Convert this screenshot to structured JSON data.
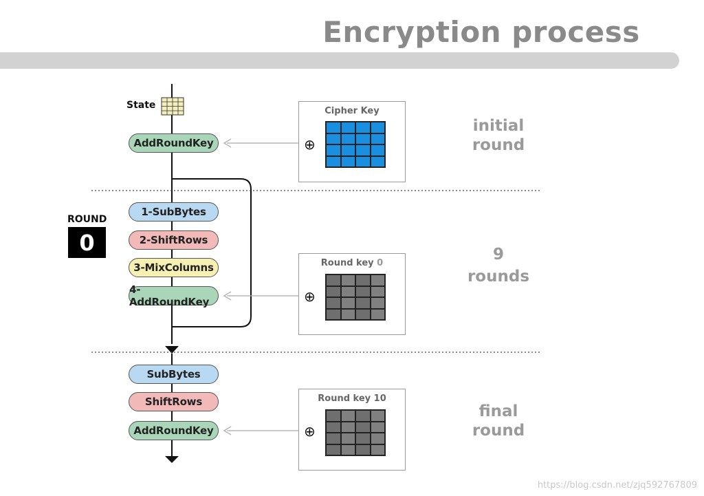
{
  "title": "Encryption process",
  "state_label": "State",
  "round_indicator": {
    "label": "ROUND",
    "value": "0"
  },
  "initial": {
    "step": "AddRoundKey",
    "key_box": {
      "title": "Cipher Key"
    },
    "phase_lines": [
      "initial",
      "round"
    ]
  },
  "main": {
    "steps": [
      "1-SubBytes",
      "2-ShiftRows",
      "3-MixColumns",
      "4-AddRoundKey"
    ],
    "key_box": {
      "title": "Round key",
      "number": "0"
    },
    "phase_lines": [
      "9",
      "rounds"
    ]
  },
  "final": {
    "steps": [
      "SubBytes",
      "ShiftRows",
      "AddRoundKey"
    ],
    "key_box": {
      "title": "Round key 10"
    },
    "phase_lines": [
      "final",
      "round"
    ]
  },
  "xor_symbol": "⊕",
  "watermark": "https://blog.csdn.net/zjq592767809",
  "colors": {
    "add_round_key": "#a9d6b8",
    "sub_bytes": "#b9d8f2",
    "shift_rows": "#f2b9b9",
    "mix_columns": "#f7f0b3",
    "cipher_key": "#1a8fe0",
    "round_key": "#808080"
  }
}
